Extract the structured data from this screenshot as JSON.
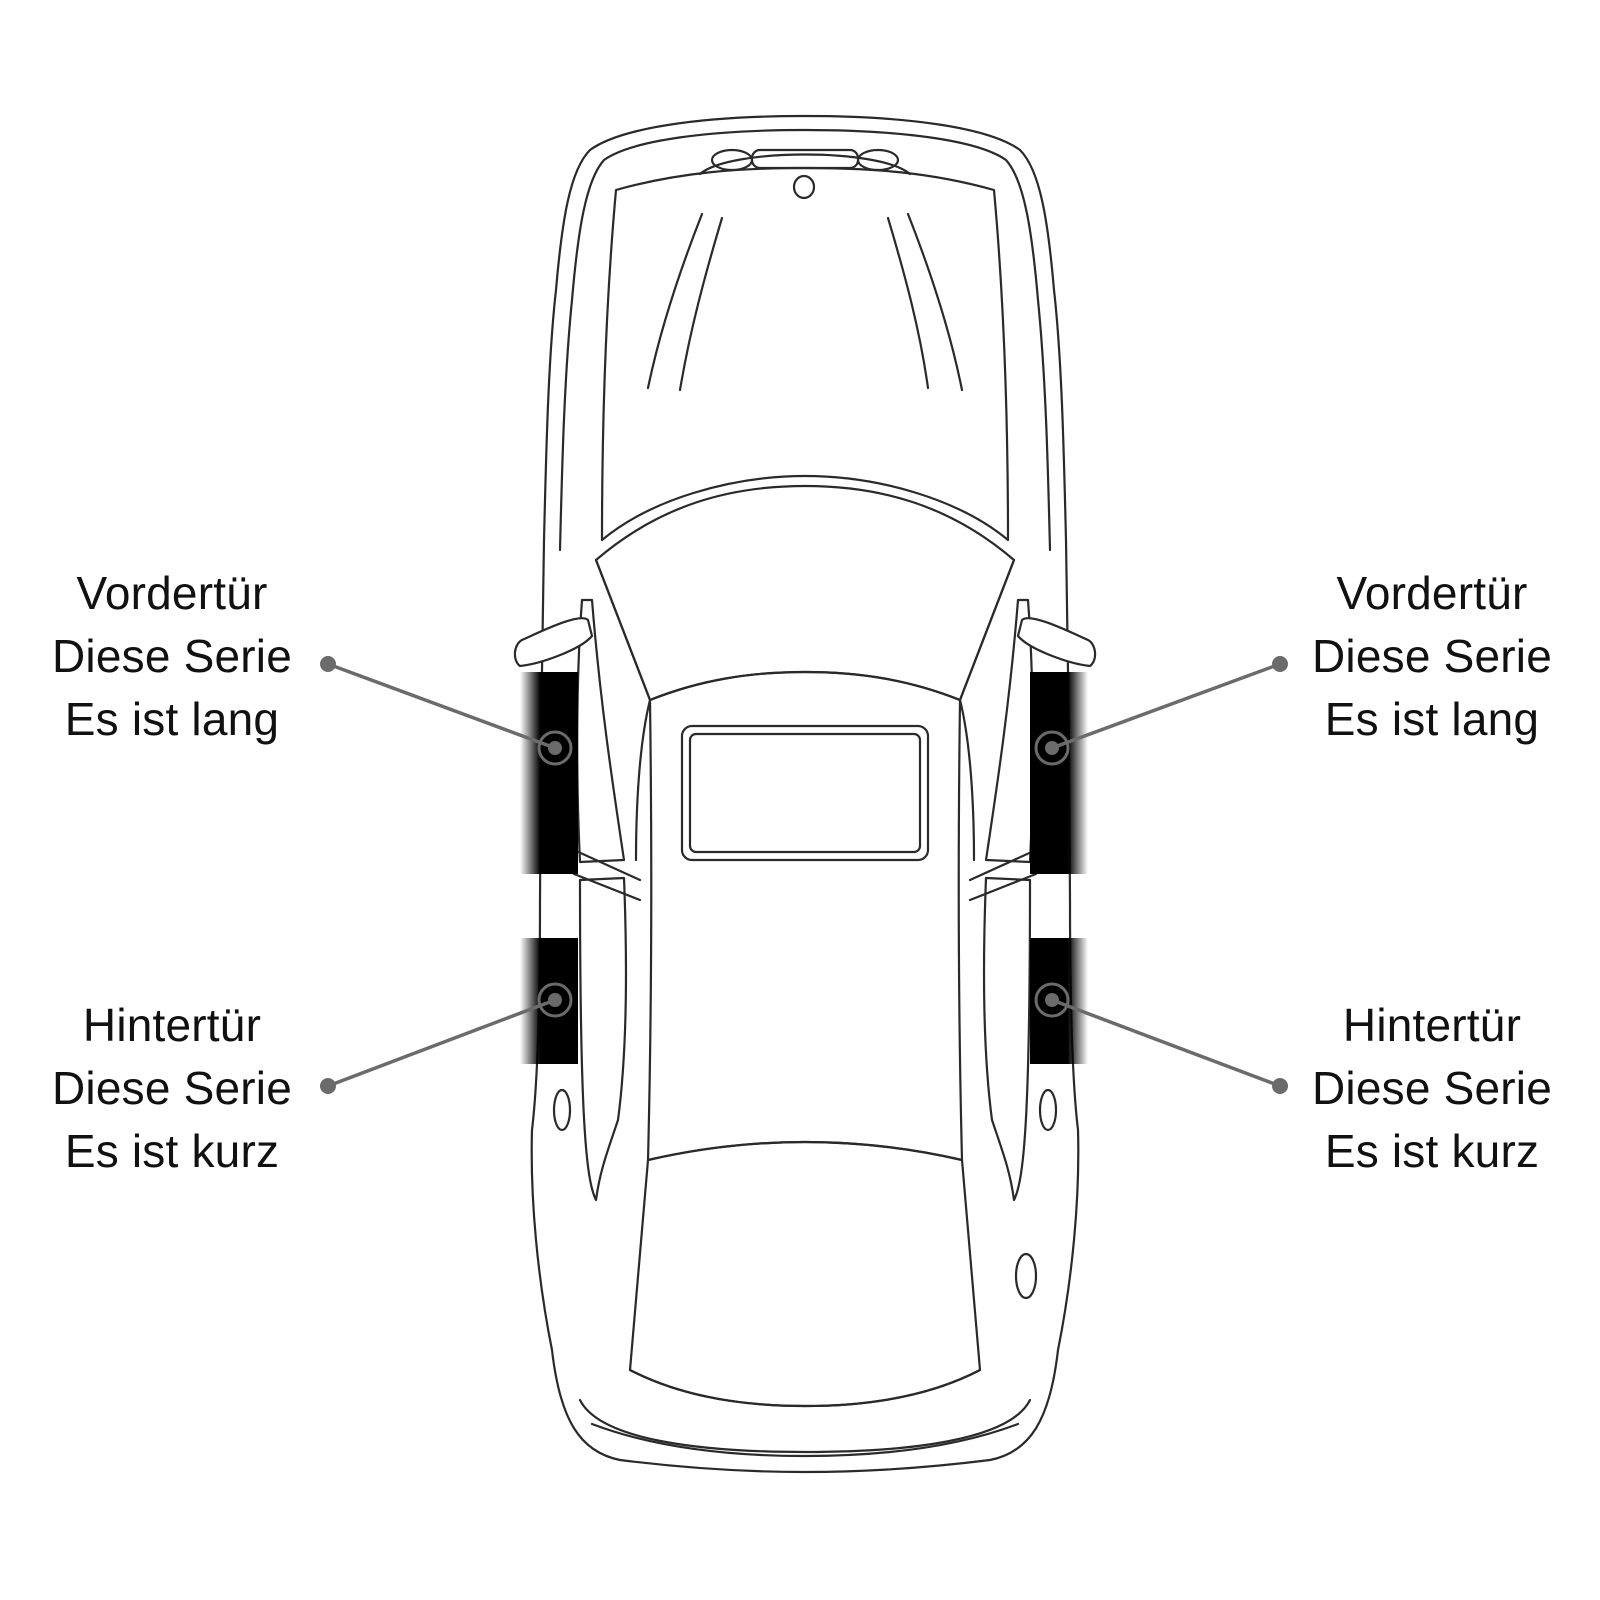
{
  "callouts": {
    "front_left": {
      "title": "Vordertür",
      "line2": "Diese Serie",
      "line3": "Es ist lang"
    },
    "front_right": {
      "title": "Vordertür",
      "line2": "Diese Serie",
      "line3": "Es ist lang"
    },
    "rear_left": {
      "title": "Hintertür",
      "line2": "Diese Serie",
      "line3": "Es ist kurz"
    },
    "rear_right": {
      "title": "Hintertür",
      "line2": "Diese Serie",
      "line3": "Es ist kurz"
    }
  },
  "colors": {
    "outline": "#2a2a2a",
    "seal_strip": "#000000",
    "leader_line": "#6b6b6b",
    "text": "#111111"
  }
}
